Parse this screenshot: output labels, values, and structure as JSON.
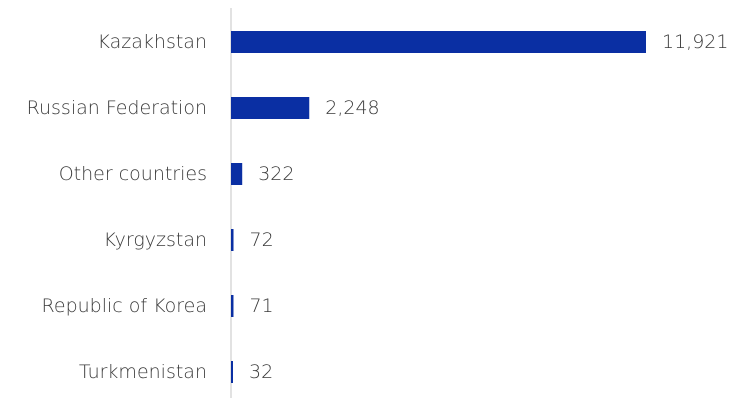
{
  "chart_data": {
    "type": "bar",
    "orientation": "horizontal",
    "categories": [
      "Kazakhstan",
      "Russian Federation",
      "Other countries",
      "Kyrgyzstan",
      "Republic of Korea",
      "Turkmenistan"
    ],
    "values": [
      11921,
      2248,
      322,
      72,
      71,
      32
    ],
    "value_labels": [
      "11,921",
      "2,248",
      "322",
      "72",
      "71",
      "32"
    ],
    "xlim": [
      0,
      12000
    ],
    "grid": false,
    "legend": "none",
    "colors": {
      "bar": "#0a2fa3",
      "axis": "#d9d9d9",
      "text": "#3a3a3a"
    }
  }
}
